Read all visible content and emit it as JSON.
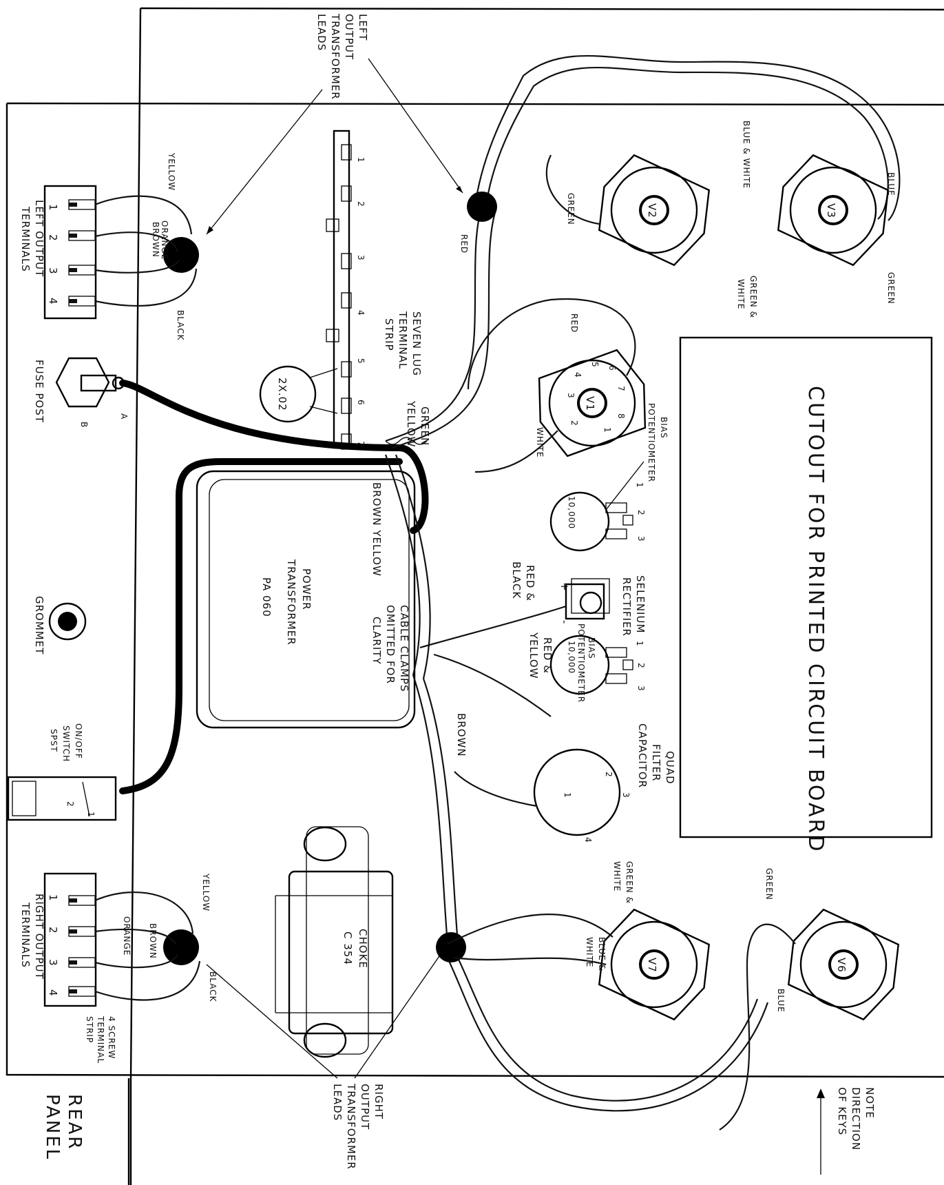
{
  "labels": {
    "left_output_transformer_leads": [
      "LEFT",
      "OUTPUT",
      "TRANSFORMER",
      "LEADS"
    ],
    "right_output_transformer_leads": [
      "RIGHT",
      "OUTPUT",
      "TRANSFORMER",
      "LEADS"
    ],
    "left_output_terminals": [
      "LEFT OUTPUT",
      "TERMINALS"
    ],
    "right_output_terminals": [
      "RIGHT OUTPUT",
      "TERMINALS"
    ],
    "fuse_post": "FUSE POST",
    "fuse_a": "A",
    "fuse_b": "B",
    "grommet": "GROMMET",
    "on_off_switch": [
      "ON/OFF",
      "SWITCH",
      "SPST"
    ],
    "four_screw_terminal_strip": [
      "4 SCREW",
      "TERMINAL",
      "STRIP"
    ],
    "rear_panel": [
      "REAR",
      "PANEL"
    ],
    "seven_lug_terminal_strip": [
      "SEVEN LUG",
      "TERMINAL",
      "STRIP"
    ],
    "capacitor_value": "2X.02",
    "power_transformer": [
      "POWER",
      "TRANSFORMER",
      "PA 060"
    ],
    "cable_clamps_note": [
      "CABLE CLAMPS",
      "OMITTED FOR",
      "CLARITY"
    ],
    "choke": [
      "CHOKE",
      "C 354"
    ],
    "quad_filter_capacitor": [
      "QUAD",
      "FILTER",
      "CAPACITOR"
    ],
    "bias_pot_1": [
      "BIAS",
      "POTENTIOMETER"
    ],
    "bias_pot_1_value": "10,000",
    "bias_pot_2": [
      "BIAS",
      "POTENTIOMETER"
    ],
    "bias_pot_2_value": "10,000",
    "selenium_rectifier": [
      "SELENIUM",
      "RECTIFIER"
    ],
    "cutout": "CUTOUT FOR PRINTED CIRCUIT BOARD",
    "note_keys": [
      "NOTE",
      "DIRECTION",
      "OF KEYS"
    ],
    "tubes": [
      "V1",
      "V2",
      "V3",
      "V6",
      "V7"
    ],
    "strip_lug_numbers": [
      "1",
      "2",
      "3",
      "4",
      "5",
      "6",
      "7"
    ],
    "terminal_numbers": [
      "1",
      "2",
      "3",
      "4"
    ],
    "pot_pin_numbers": [
      "1",
      "2",
      "3"
    ],
    "tube_pin_numbers": [
      "1",
      "2",
      "3",
      "4",
      "5",
      "6",
      "7",
      "8"
    ],
    "quad_cap_numbers": [
      "1",
      "2",
      "3",
      "4"
    ],
    "switch_numbers": [
      "1",
      "2"
    ],
    "polarity_plus": "+",
    "polarity_minus": "-",
    "wire_colors": {
      "yellow_left": "YELLOW",
      "orange_left": "ORANGE",
      "brown_left": "BROWN",
      "black_left": "BLACK",
      "yellow_right": "YELLOW",
      "orange_right": "ORANGE",
      "brown_right": "BROWN",
      "black_right": "BLACK",
      "red_top": "RED",
      "green_v2": "GREEN",
      "blue_white_v2": "BLUE & WHITE",
      "green_white_v2": [
        "GREEN &",
        "WHITE"
      ],
      "blue_v3": "BLUE",
      "green_v3": "GREEN",
      "red_v1": "RED",
      "white_v1": "WHITE",
      "green_yellow": [
        "GREEN",
        "YELLOW"
      ],
      "brown_yellow": "BROWN YELLOW",
      "red_black": [
        "RED &",
        "BLACK"
      ],
      "red_yellow": [
        "RED &",
        "YELLOW"
      ],
      "brown_mid": "BROWN",
      "green_white_v7": [
        "GREEN &",
        "WHITE"
      ],
      "blue_white_v7": [
        "BLUE &",
        "WHITE"
      ],
      "green_v6": "GREEN",
      "blue_v6": "BLUE"
    }
  }
}
